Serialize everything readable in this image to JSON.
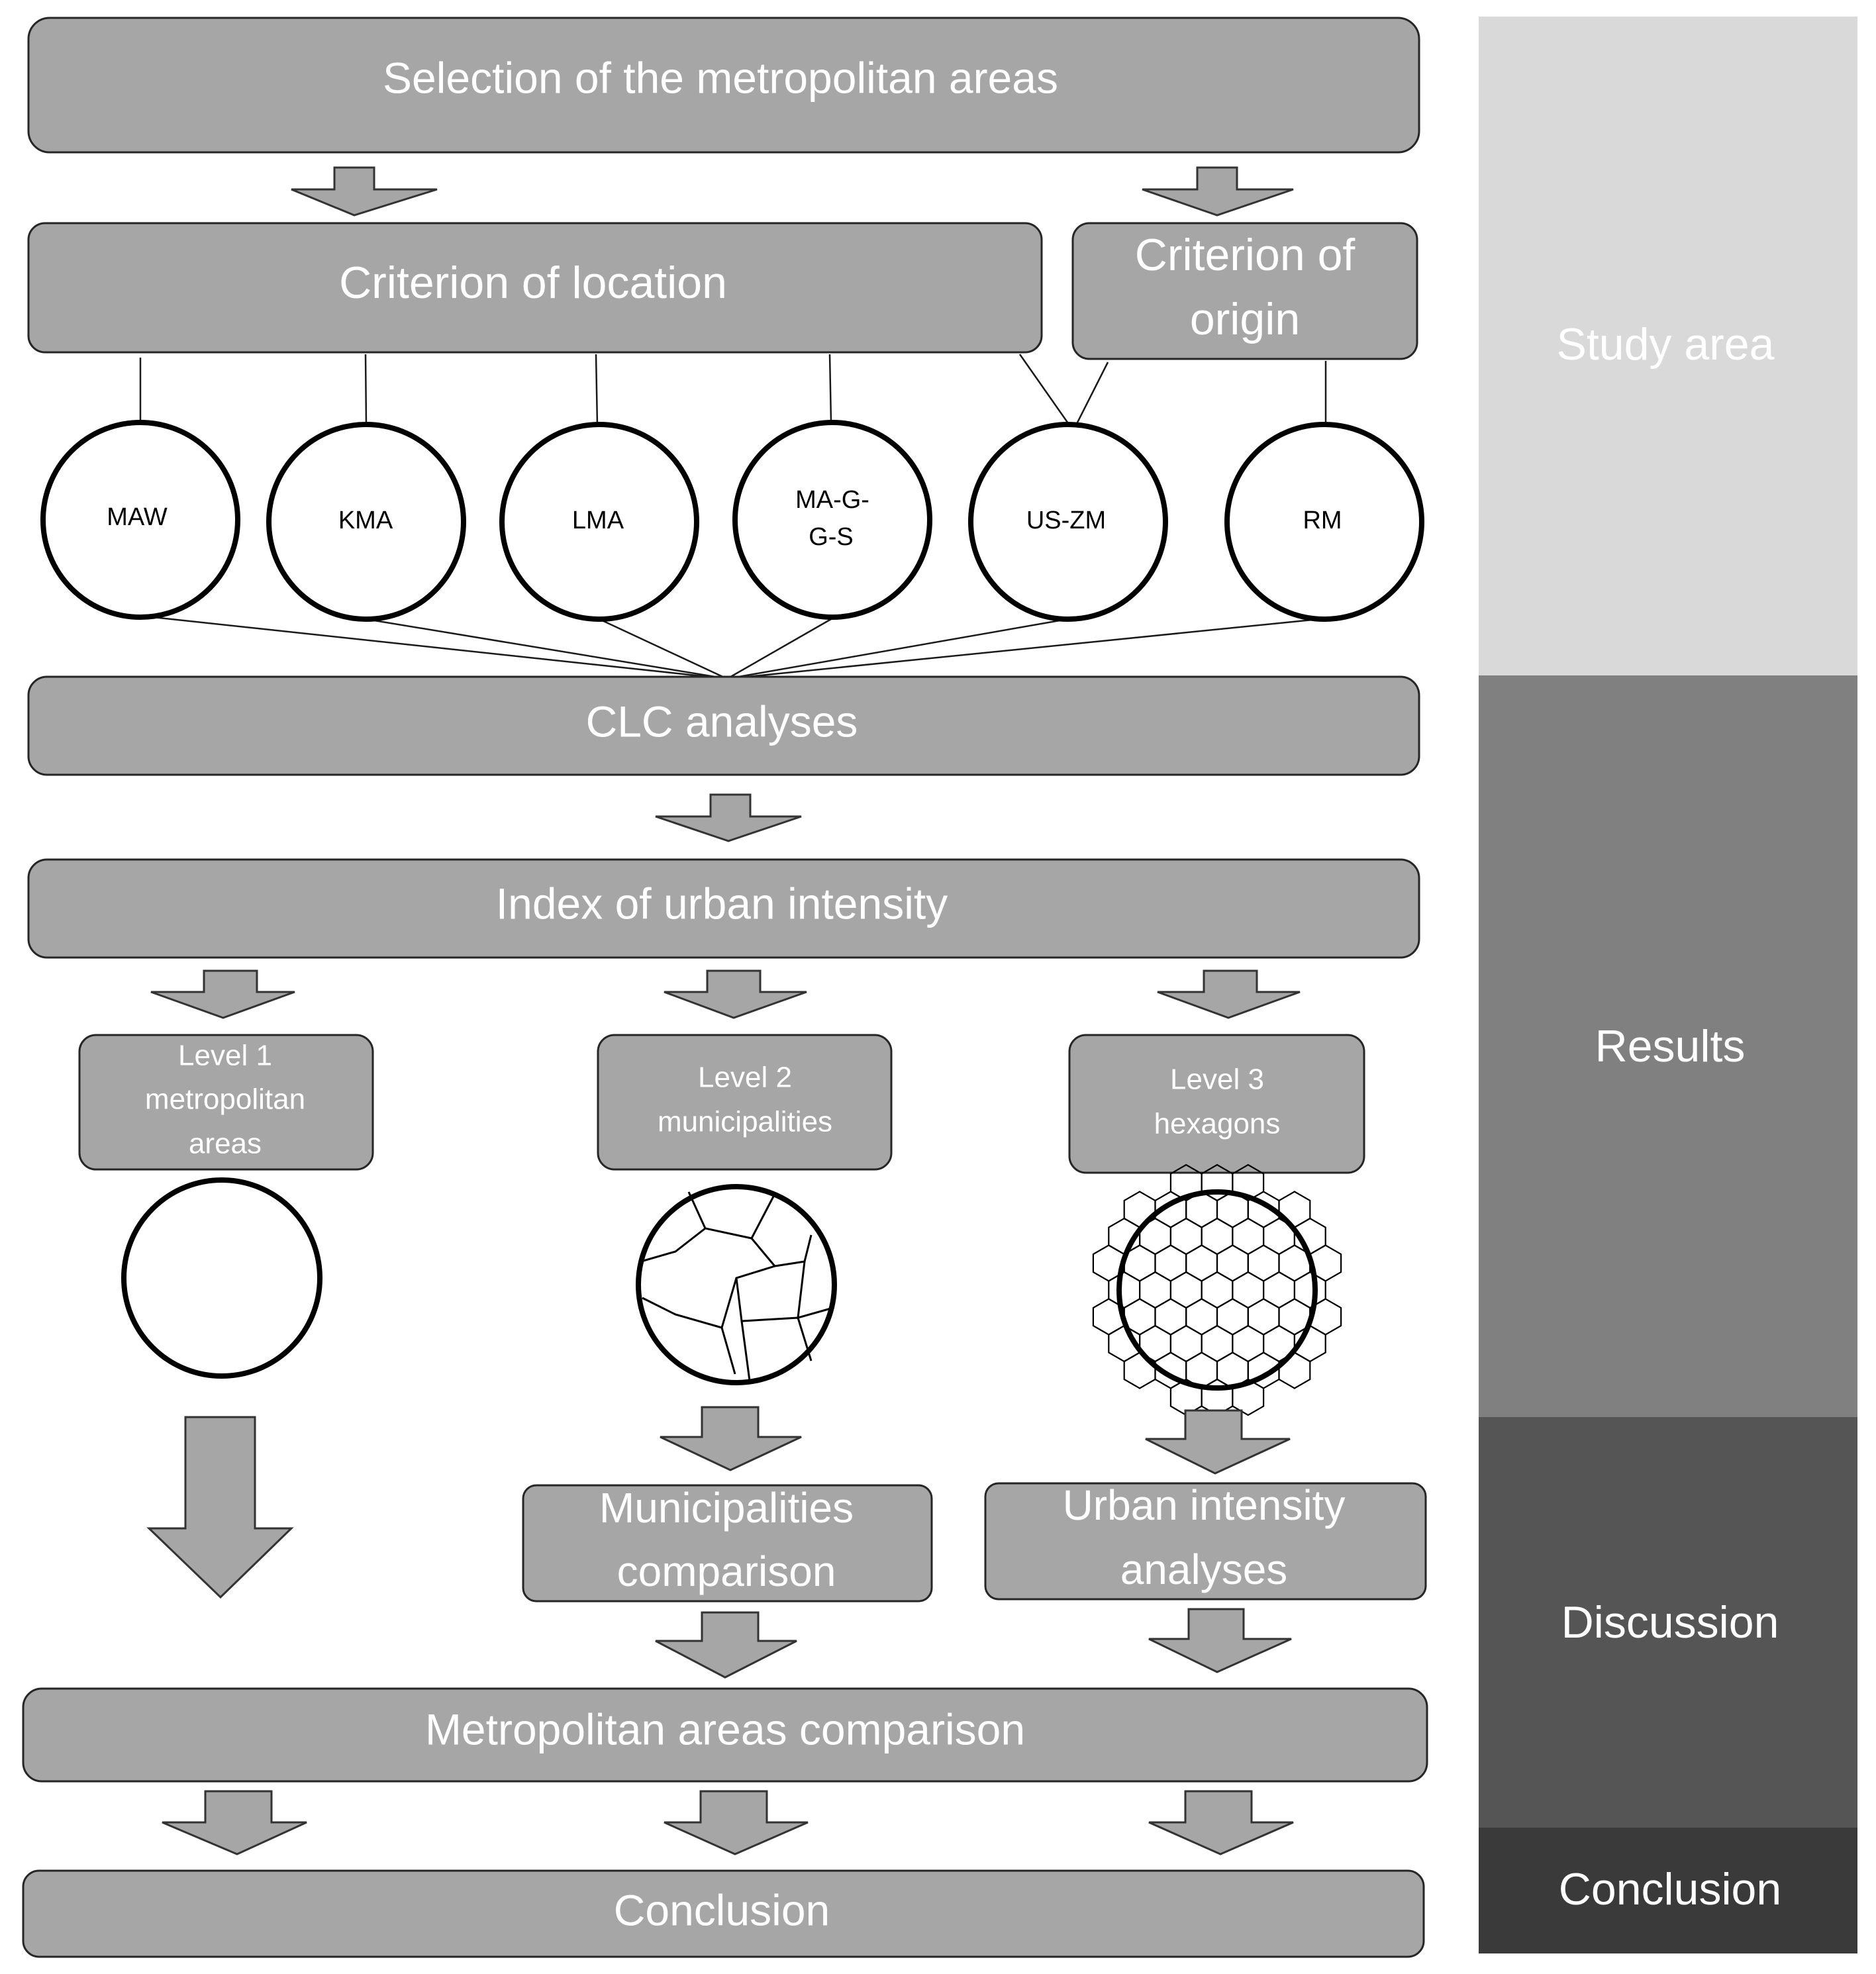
{
  "stages": {
    "study_area": {
      "label": "Study area",
      "color": "#d9d9d9"
    },
    "results": {
      "label": "Results",
      "color": "#808080"
    },
    "discussion": {
      "label": "Discussion",
      "color": "#555555"
    },
    "conclusion": {
      "label": "Conclusion",
      "color": "#3a3a3a"
    }
  },
  "boxes": {
    "selection": "Selection of the metropolitan areas",
    "criterion_location": "Criterion of location",
    "criterion_origin": [
      "Criterion of",
      "origin"
    ],
    "clc": "CLC analyses",
    "index": "Index of urban intensity",
    "level1": [
      "Level 1",
      "metropolitan",
      "areas"
    ],
    "level2": [
      "Level 2",
      "municipalities"
    ],
    "level3": [
      "Level 3",
      "hexagons"
    ],
    "municipalities_comparison": [
      "Municipalities",
      "comparison"
    ],
    "urban_intensity_analyses": [
      "Urban intensity",
      "analyses"
    ],
    "metropolitan_comparison": "Metropolitan areas comparison",
    "conclusion": "Conclusion"
  },
  "areas": [
    "MAW",
    "KMA",
    "LMA",
    [
      "MA-G-",
      "G-S"
    ],
    "US-ZM",
    "RM"
  ],
  "colors": {
    "box_fill": "#a6a6a6",
    "box_text": "#ffffff",
    "circle_stroke": "#000000"
  }
}
